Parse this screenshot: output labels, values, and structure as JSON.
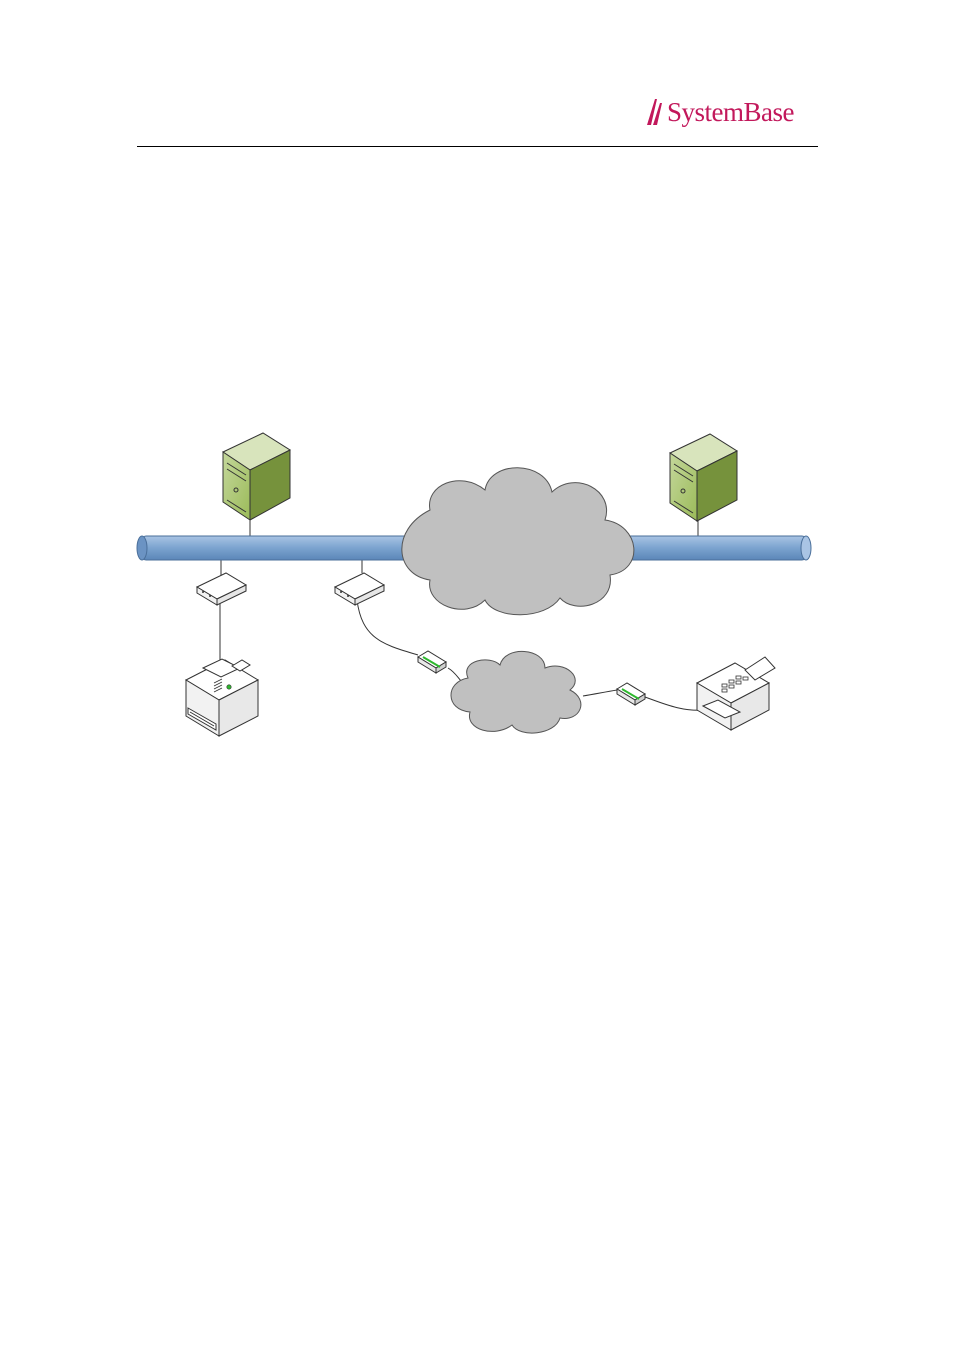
{
  "header": {
    "logo_text": "SystemBase",
    "brand_color": "#c2185b"
  },
  "diagram": {
    "nodes": [
      {
        "id": "server-left",
        "icon": "server-icon"
      },
      {
        "id": "server-right",
        "icon": "server-icon"
      },
      {
        "id": "ethernet-backbone",
        "icon": "network-bus"
      },
      {
        "id": "internet-cloud",
        "icon": "cloud-icon"
      },
      {
        "id": "device-server-1",
        "icon": "device-server-icon"
      },
      {
        "id": "device-server-2",
        "icon": "device-server-icon"
      },
      {
        "id": "printer",
        "icon": "printer-icon"
      },
      {
        "id": "modem-1",
        "icon": "modem-icon"
      },
      {
        "id": "phone-cloud",
        "icon": "cloud-icon"
      },
      {
        "id": "modem-2",
        "icon": "modem-icon"
      },
      {
        "id": "fax-machine",
        "icon": "fax-icon"
      }
    ],
    "colors": {
      "bus": "#7ba3cf",
      "cloud": "#c0c0c0",
      "server": "#9bbb59",
      "modem_light": "#2eb82e"
    }
  }
}
